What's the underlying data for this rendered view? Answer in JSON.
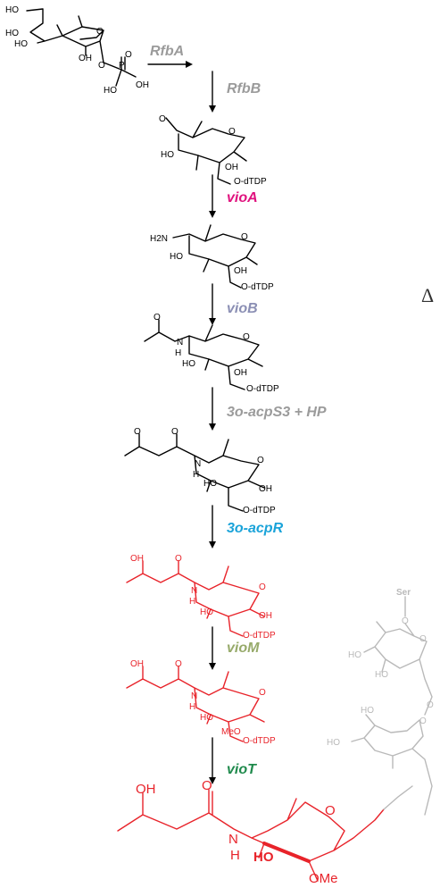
{
  "enzymes": {
    "rfba": {
      "label": "RfbA",
      "color": "#9b9b9b"
    },
    "rfbb": {
      "label": "RfbB",
      "color": "#9b9b9b"
    },
    "vioa": {
      "label": "vioA",
      "color": "#e0127e"
    },
    "viob": {
      "label": "vioB",
      "color": "#8b8fb4"
    },
    "acps3": {
      "label": "3o-acpS3 + HP",
      "color": "#9b9b9b"
    },
    "acpr": {
      "label": "3o-acpR",
      "color": "#1aa3d9"
    },
    "viom": {
      "label": "vioM",
      "color": "#97aa6a"
    },
    "viot": {
      "label": "vioT",
      "color": "#1f8a4c"
    }
  },
  "delta_symbol": "Δ",
  "atoms": {
    "ho": "HO",
    "oh": "OH",
    "o": "O",
    "p": "P",
    "h2n": "H2N",
    "n": "N",
    "h": "H",
    "o_dtdp": "O-dTDP",
    "meo": "MeO",
    "ome": "OMe",
    "ser": "Ser"
  }
}
